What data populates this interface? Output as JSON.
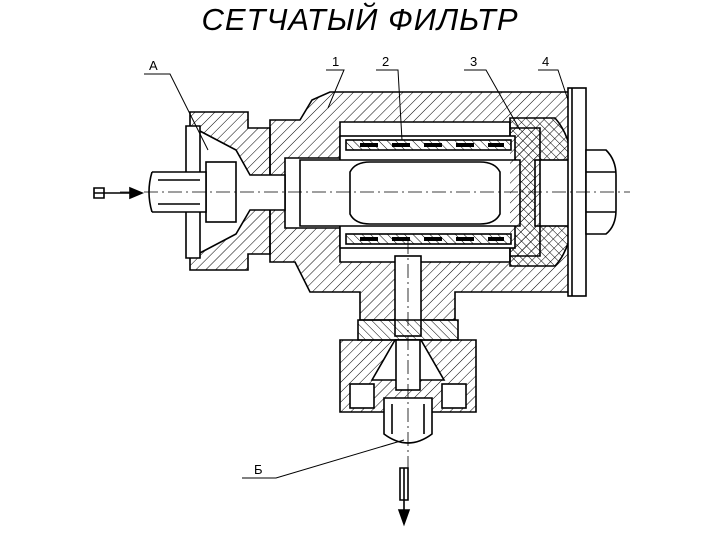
{
  "title": "СЕТЧАТЫЙ ФИЛЬТР",
  "callouts": {
    "inlet": "А",
    "outlet": "Б",
    "part1": "1",
    "part2": "2",
    "part3": "3",
    "part4": "4"
  },
  "colors": {
    "ink": "#000000",
    "paper": "#ffffff"
  }
}
